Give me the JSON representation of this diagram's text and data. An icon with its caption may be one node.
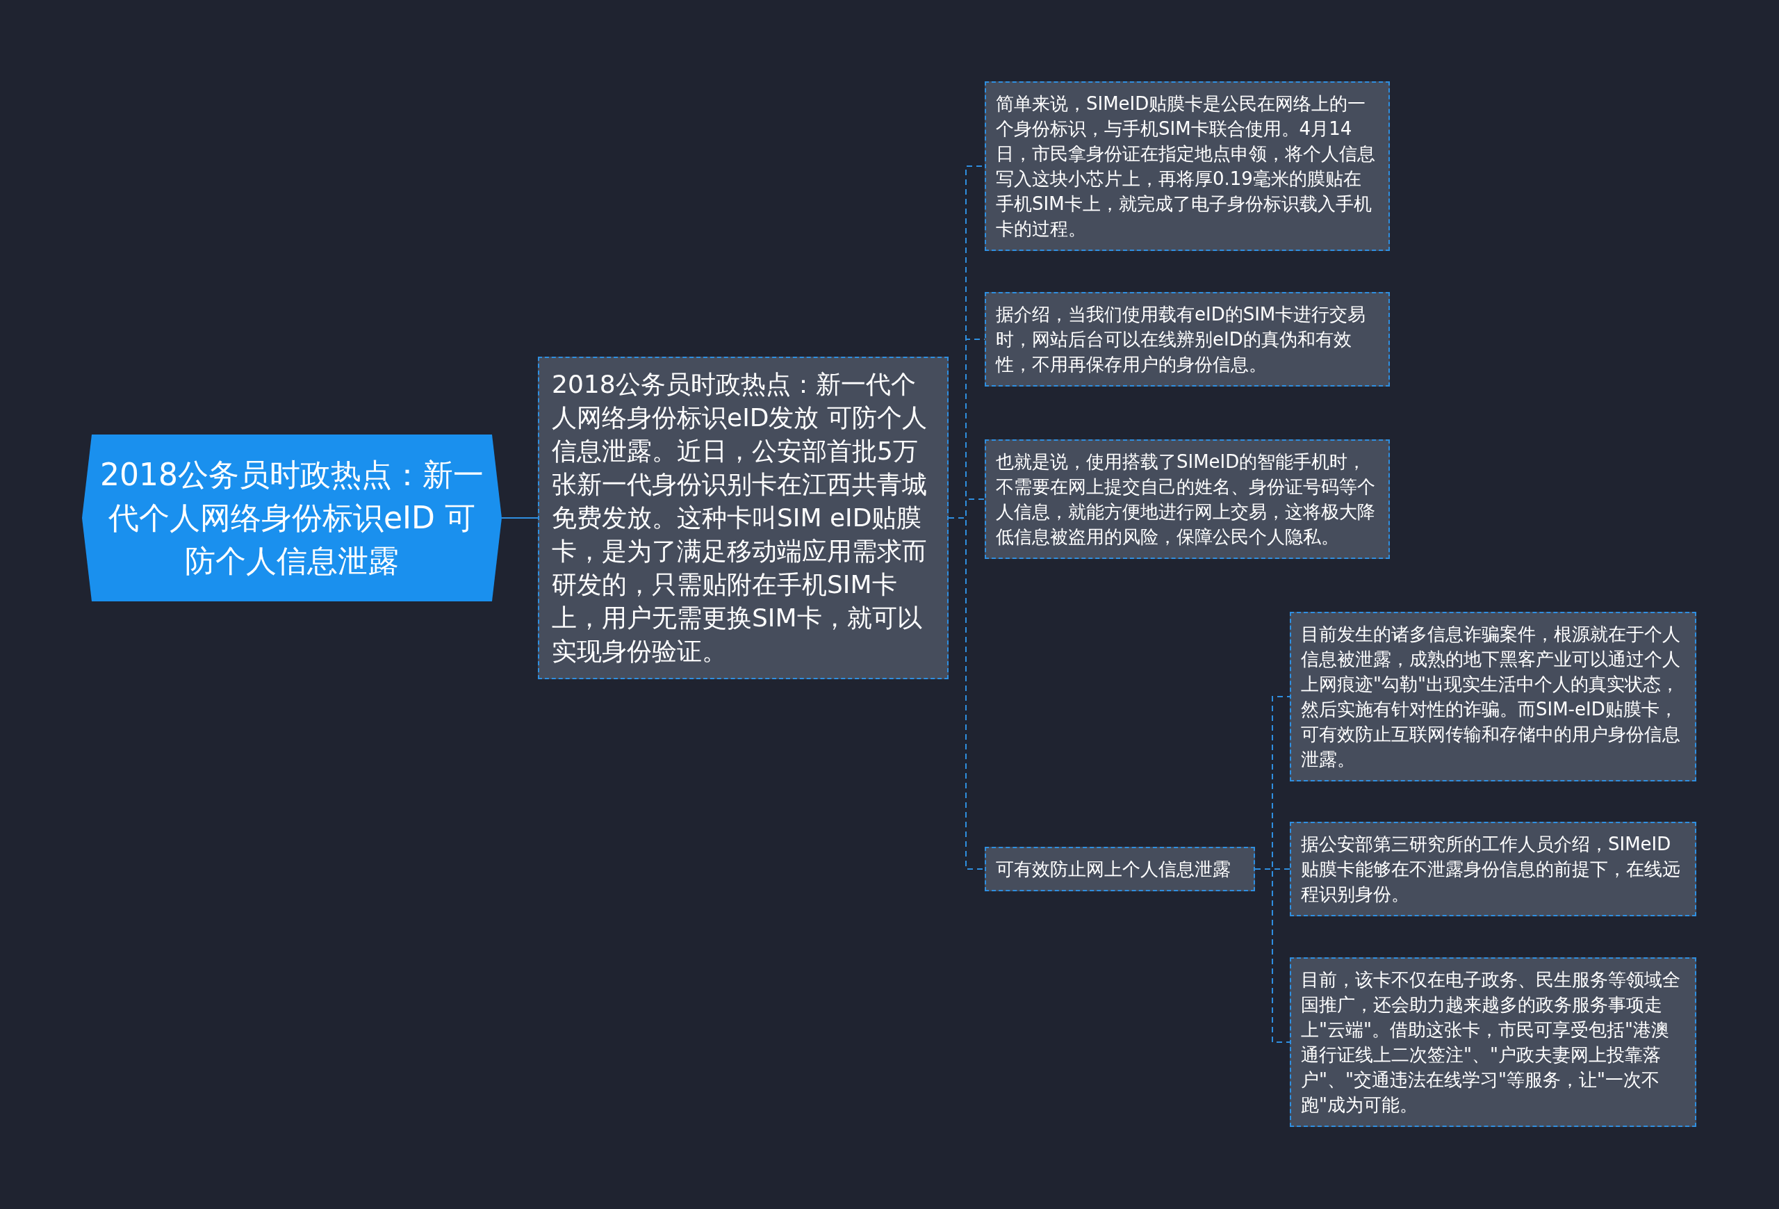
{
  "diagram": {
    "nodes": [
      {
        "text": [
          "2018公务员时政热点：新一代个人网络身份标识eID 可防个人信息泄露"
        ]
      },
      {
        "text": [
          "2018公务员时政热点：新一代个人网络身份标识eID发放 可防个人信息泄露。近日，公安部首批5万张新一代身份识别卡在江西共青城免费发放。这种卡叫SIM eID贴膜卡，是为了满足移动端应用需求而研发的，只需贴附在手机SIM卡上，用户无需更换SIM卡，就可以实现身份验证。"
        ]
      },
      {
        "text": [
          "简单来说，SIMeID贴膜卡是公民在网络上的一个身份标识，与手机SIM卡联合使用。4月14日，市民拿身份证在指定地点申领，将个人信息写入这块小芯片上，再将厚0.19毫米的膜贴在手机SIM卡上，就完成了电子身份标识载入手机卡的过程。"
        ]
      },
      {
        "text": [
          "据介绍，当我们使用载有eID的SIM卡进行交易时，网站后台可以在线辨别eID的真伪和有效性，不用再保存用户的身份信息。"
        ]
      },
      {
        "text": [
          "也就是说，使用搭载了SIMeID的智能手机时，不需要在网上提交自己的姓名、身份证号码等个人信息，就能方便地进行网上交易，这将极大降低信息被盗用的风险，保障公民个人隐私。"
        ]
      },
      {
        "text": [
          "可有效防止网上个人信息泄露"
        ]
      },
      {
        "text": [
          "目前发生的诸多信息诈骗案件，根源就在于个人信息被泄露，成熟的地下黑客产业可以通过个人上网痕迹\"勾勒\"出现实生活中个人的真实状态，然后实施有针对性的诈骗。而SIM-eID贴膜卡，可有效防止互联网传输和存储中的用户身份信息泄露。"
        ]
      },
      {
        "text": [
          "据公安部第三研究所的工作人员介绍，SIMeID贴膜卡能够在不泄露身份信息的前提下，在线远程识别身份。"
        ]
      },
      {
        "text": [
          "目前，该卡不仅在电子政务、民生服务等领域全国推广，还会助力越来越多的政务服务事项走上\"云端\"。借助这张卡，市民可享受包括\"港澳通行证线上二次签注\"、\"户政夫妻网上投靠落户\"、\"交通违法在线学习\"等服务，让\"一次不跑\"成为可能。"
        ]
      }
    ],
    "edges": [
      {
        "from": 0,
        "to": 1,
        "arrow": "none"
      },
      {
        "from": 1,
        "to": 2,
        "arrow": "none",
        "style": "dashed"
      },
      {
        "from": 1,
        "to": 3,
        "arrow": "none",
        "style": "dashed"
      },
      {
        "from": 1,
        "to": 4,
        "arrow": "none",
        "style": "dashed"
      },
      {
        "from": 1,
        "to": 5,
        "arrow": "none",
        "style": "dashed"
      },
      {
        "from": 5,
        "to": 6,
        "arrow": "none",
        "style": "dashed"
      },
      {
        "from": 5,
        "to": 7,
        "arrow": "none",
        "style": "dashed"
      },
      {
        "from": 5,
        "to": 8,
        "arrow": "none",
        "style": "dashed"
      }
    ]
  }
}
